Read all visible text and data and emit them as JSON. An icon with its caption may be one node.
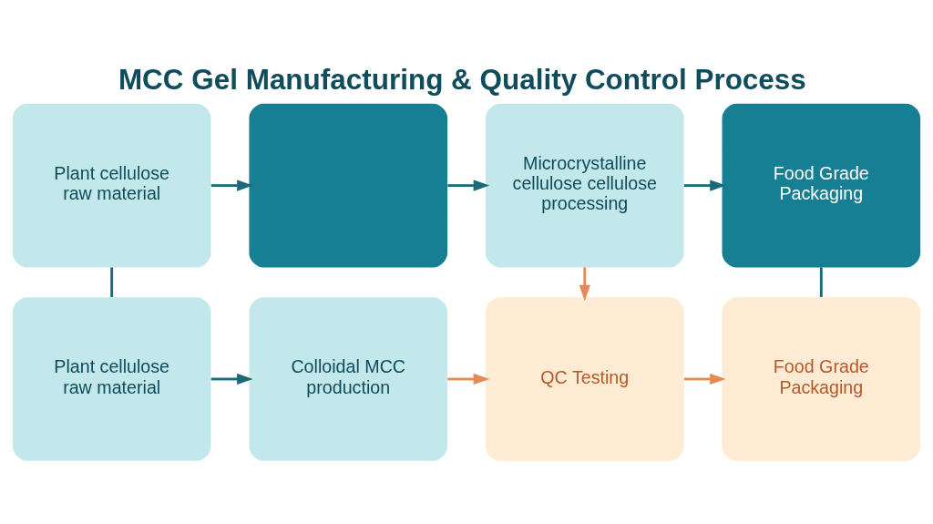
{
  "diagram": {
    "title": "MCC Gel Manufacturing & Quality Control Process",
    "nodes": [
      {
        "text": [
          "Plant cellulose raw material"
        ]
      },
      {
        "text": [],
        "shape": "box"
      },
      {
        "text": [
          "Microcrystalline cellulose cellulose processing"
        ]
      },
      {
        "text": [
          "Food Grade Packaging"
        ]
      },
      {
        "text": [
          "Plant cellulose raw material"
        ]
      },
      {
        "text": [
          "Colloidal MCC production"
        ]
      },
      {
        "text": [
          "QC Testing"
        ]
      },
      {
        "text": [
          "Food Grade Packaging"
        ]
      }
    ],
    "edges": [
      {
        "from": 0,
        "to": 1,
        "arrow": "to"
      },
      {
        "from": 1,
        "to": 2,
        "arrow": "to"
      },
      {
        "from": 2,
        "to": 3,
        "arrow": "to"
      },
      {
        "from": 0,
        "to": 4,
        "arrow": "none"
      },
      {
        "from": 2,
        "to": 6,
        "arrow": "to",
        "color": "#e58a55"
      },
      {
        "from": 3,
        "to": 7,
        "arrow": "none"
      },
      {
        "from": 4,
        "to": 5,
        "arrow": "to"
      },
      {
        "from": 5,
        "to": 6,
        "arrow": "to",
        "color": "#e58a55"
      },
      {
        "from": 6,
        "to": 7,
        "arrow": "to",
        "color": "#e58a55"
      }
    ]
  }
}
